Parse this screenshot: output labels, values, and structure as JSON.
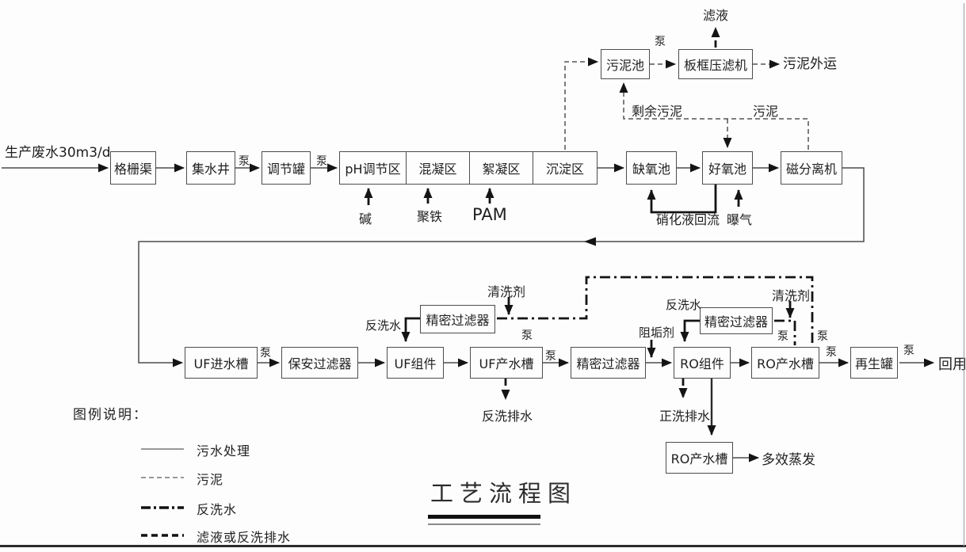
{
  "title": "工艺流程图",
  "nodes": {
    "grid_channel": "格栅渠",
    "collection_well": "集水井",
    "regulation_tank": "调节罐",
    "ph_zone": "pH调节区",
    "coagulation_zone": "混凝区",
    "flocculation_zone": "絮凝区",
    "sedimentation_zone": "沉淀区",
    "anoxic_tank": "缺氧池",
    "aerobic_tank": "好氧池",
    "magnetic_separator": "磁分离机",
    "sludge_tank": "污泥池",
    "plate_frame_filter_press": "板框压滤机",
    "uf_feed_tank": "UF进水槽",
    "security_filter": "保安过滤器",
    "uf_module": "UF组件",
    "uf_product_tank": "UF产水槽",
    "precision_filter_main": "精密过滤器",
    "ro_module": "RO组件",
    "ro_product_tank": "RO产水槽",
    "regeneration_tank": "再生罐",
    "precision_filter_uf_backwash": "精密过滤器",
    "precision_filter_ro_backwash": "精密过滤器",
    "ro_concentrate_tank": "RO产水槽"
  },
  "streams": {
    "inflow": "生产废水30m3/d",
    "pump": "泵",
    "alkali": "碱",
    "ferric": "聚铁",
    "pam": "PAM",
    "nitrified_return": "硝化液回流",
    "aeration": "曝气",
    "filtrate": "滤液",
    "sludge_transport": "污泥外运",
    "excess_sludge": "剩余污泥",
    "sludge": "污泥",
    "backwash_water": "反洗水",
    "cleaning_agent": "清洗剂",
    "antiscalant": "阻垢剂",
    "backwash_drain": "反洗排水",
    "forward_flush_drain": "正洗排水",
    "multi_effect_evaporation": "多效蒸发",
    "reuse": "回用"
  },
  "legend": {
    "heading": "图例说明：",
    "items": [
      {
        "style": "solid-thin",
        "label": "污水处理"
      },
      {
        "style": "dashed-thin",
        "label": "污泥"
      },
      {
        "style": "dashdot-thick",
        "label": "反洗水"
      },
      {
        "style": "dashed-thick",
        "label": "滤液或反洗排水"
      }
    ]
  }
}
